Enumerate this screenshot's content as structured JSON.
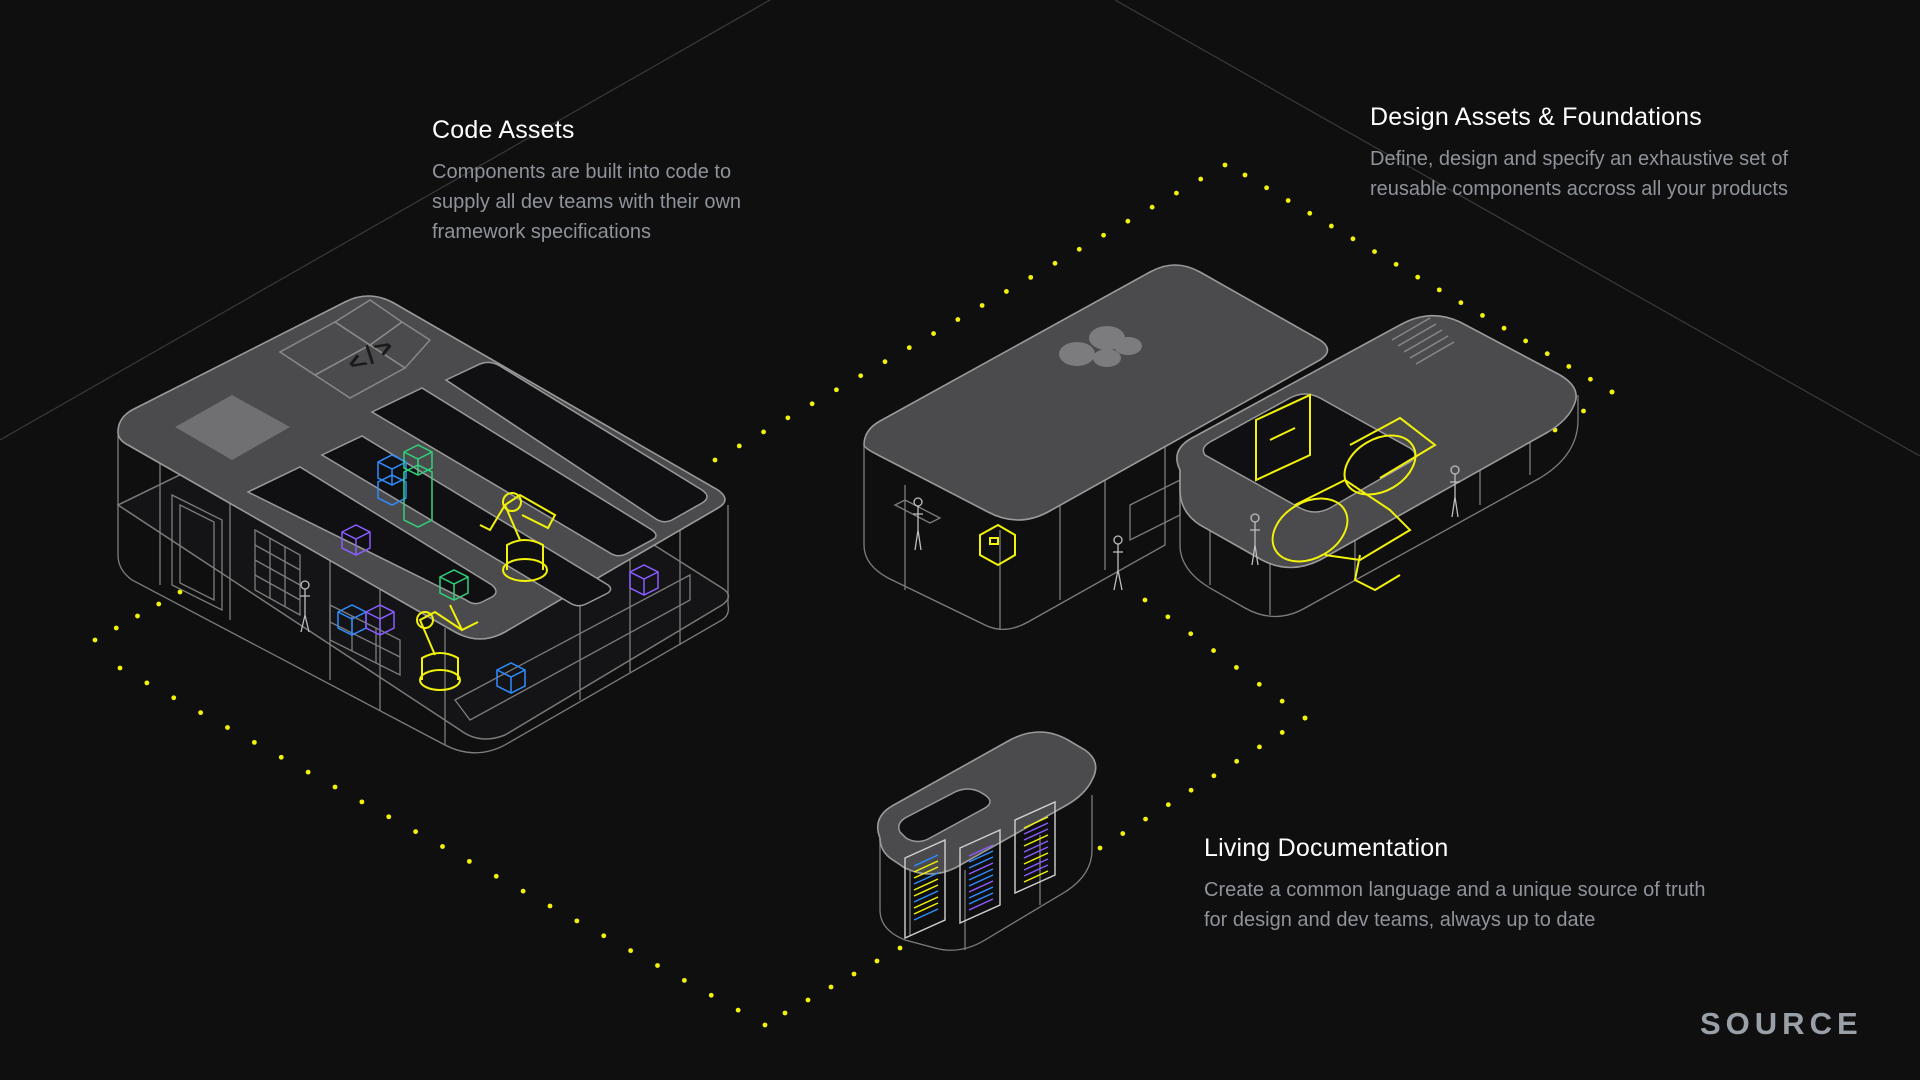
{
  "sections": {
    "code_assets": {
      "title": "Code Assets",
      "description": "Components are built into code to supply all dev teams with their own framework specifications"
    },
    "design_assets": {
      "title": "Design Assets & Foundations",
      "description": "Define, design and specify an exhaustive set of reusable components accross all your products"
    },
    "living_docs": {
      "title": "Living Documentation",
      "description": "Create a common language and a unique source of truth for design and dev teams, always up to date"
    }
  },
  "brand": {
    "name": "SOURCE"
  },
  "colors": {
    "background": "#0f0f10",
    "roof": "#4a4a4c",
    "outline": "#9a9a9a",
    "accent_yellow": "#f2f20a",
    "accent_blue": "#2f8cff",
    "accent_green": "#2fd27a",
    "accent_purple": "#8a5cff",
    "text_primary": "#ffffff",
    "text_secondary": "#8f939a",
    "brand": "#9aa0a8"
  },
  "icons": [
    "code-brackets-icon",
    "design-logo-icon"
  ]
}
